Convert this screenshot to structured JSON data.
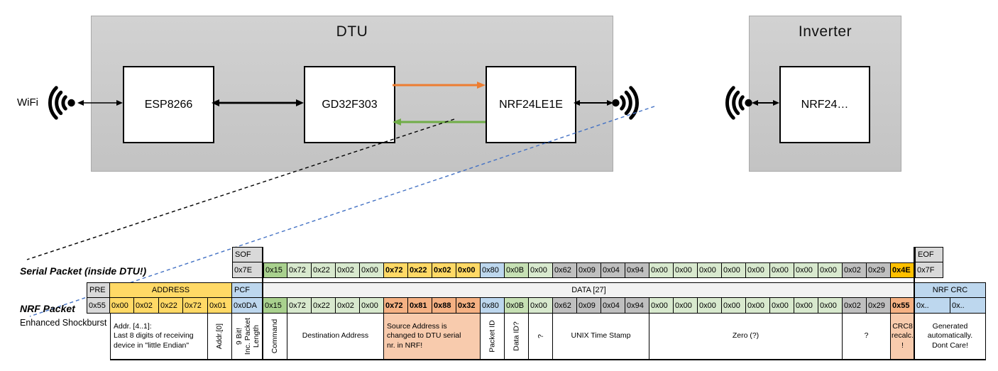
{
  "colors": {
    "arrow_orange": "#ED7D31",
    "arrow_green": "#70AD47",
    "dashed_blue": "#4472C4",
    "dtu_box_gray": "#C9C9C9",
    "cells": {
      "gray_light": "#D9D9D9",
      "gray_mid": "#BFBFBF",
      "gray_band": "#F2F2F2",
      "green_dark": "#A9D18E",
      "green_mid": "#C6E0B4",
      "green_light": "#D8E9CE",
      "yellow": "#FFD966",
      "gold": "#FFC000",
      "blue": "#BDD7EE",
      "orange": "#F5B183",
      "salmon": "#F8CBAD",
      "white": "#FFFFFF"
    }
  },
  "top": {
    "wifi_label": "WiFi",
    "dtu_title": "DTU",
    "inverter_title": "Inverter",
    "chips": {
      "esp": "ESP8266",
      "gd": "GD32F303",
      "nrf_dtu": "NRF24LE1E",
      "nrf_inv": "NRF24…"
    }
  },
  "table": {
    "serial_label": "Serial Packet (inside DTU!)",
    "nrf_label": "NRF Packet",
    "shockburst_label": "Enhanced Shockburst",
    "headers": {
      "sof": "SOF",
      "eof": "EOF",
      "pre": "PRE",
      "address": "ADDRESS",
      "pcf": "PCF",
      "data": "DATA [27]",
      "crc": "NRF CRC"
    },
    "sof_value": "0x7E",
    "eof_value": "0x7F",
    "serial_bytes": [
      {
        "v": "0x15",
        "c": "green_dark"
      },
      {
        "v": "0x72",
        "c": "green_light"
      },
      {
        "v": "0x22",
        "c": "green_light"
      },
      {
        "v": "0x02",
        "c": "green_light"
      },
      {
        "v": "0x00",
        "c": "green_light"
      },
      {
        "v": "0x72",
        "c": "yellow",
        "b": true
      },
      {
        "v": "0x22",
        "c": "yellow",
        "b": true
      },
      {
        "v": "0x02",
        "c": "yellow",
        "b": true
      },
      {
        "v": "0x00",
        "c": "yellow",
        "b": true
      },
      {
        "v": "0x80",
        "c": "blue"
      },
      {
        "v": "0x0B",
        "c": "green_mid"
      },
      {
        "v": "0x00",
        "c": "green_light"
      },
      {
        "v": "0x62",
        "c": "gray_mid"
      },
      {
        "v": "0x09",
        "c": "gray_mid"
      },
      {
        "v": "0x04",
        "c": "gray_mid"
      },
      {
        "v": "0x94",
        "c": "gray_mid"
      },
      {
        "v": "0x00",
        "c": "green_light"
      },
      {
        "v": "0x00",
        "c": "green_light"
      },
      {
        "v": "0x00",
        "c": "green_light"
      },
      {
        "v": "0x00",
        "c": "green_light"
      },
      {
        "v": "0x00",
        "c": "green_light"
      },
      {
        "v": "0x00",
        "c": "green_light"
      },
      {
        "v": "0x00",
        "c": "green_light"
      },
      {
        "v": "0x00",
        "c": "green_light"
      },
      {
        "v": "0x02",
        "c": "gray_mid"
      },
      {
        "v": "0x29",
        "c": "gray_mid"
      },
      {
        "v": "0x4E",
        "c": "gold",
        "b": true
      }
    ],
    "nrf_pre": {
      "v": "0x55",
      "c": "gray_light"
    },
    "nrf_address": [
      {
        "v": "0x00",
        "c": "yellow"
      },
      {
        "v": "0x02",
        "c": "yellow"
      },
      {
        "v": "0x22",
        "c": "yellow"
      },
      {
        "v": "0x72",
        "c": "yellow"
      },
      {
        "v": "0x01",
        "c": "yellow"
      }
    ],
    "nrf_pcf": {
      "v": "0x0DA",
      "c": "blue"
    },
    "nrf_bytes": [
      {
        "v": "0x15",
        "c": "green_dark"
      },
      {
        "v": "0x72",
        "c": "green_light"
      },
      {
        "v": "0x22",
        "c": "green_light"
      },
      {
        "v": "0x02",
        "c": "green_light"
      },
      {
        "v": "0x00",
        "c": "green_light"
      },
      {
        "v": "0x72",
        "c": "orange",
        "b": true
      },
      {
        "v": "0x81",
        "c": "orange",
        "b": true
      },
      {
        "v": "0x88",
        "c": "orange",
        "b": true
      },
      {
        "v": "0x32",
        "c": "orange",
        "b": true
      },
      {
        "v": "0x80",
        "c": "blue"
      },
      {
        "v": "0x0B",
        "c": "green_mid"
      },
      {
        "v": "0x00",
        "c": "green_light"
      },
      {
        "v": "0x62",
        "c": "gray_mid"
      },
      {
        "v": "0x09",
        "c": "gray_mid"
      },
      {
        "v": "0x04",
        "c": "gray_mid"
      },
      {
        "v": "0x94",
        "c": "gray_mid"
      },
      {
        "v": "0x00",
        "c": "green_light"
      },
      {
        "v": "0x00",
        "c": "green_light"
      },
      {
        "v": "0x00",
        "c": "green_light"
      },
      {
        "v": "0x00",
        "c": "green_light"
      },
      {
        "v": "0x00",
        "c": "green_light"
      },
      {
        "v": "0x00",
        "c": "green_light"
      },
      {
        "v": "0x00",
        "c": "green_light"
      },
      {
        "v": "0x00",
        "c": "green_light"
      },
      {
        "v": "0x02",
        "c": "gray_mid"
      },
      {
        "v": "0x29",
        "c": "gray_mid"
      },
      {
        "v": "0x55",
        "c": "orange",
        "b": true
      }
    ],
    "nrf_crc": [
      {
        "v": "0x..",
        "c": "blue"
      },
      {
        "v": "0x..",
        "c": "blue"
      }
    ],
    "annotations": [
      {
        "text": "Addr. [4..1]:\nLast 8 digits of receiving\ndevice in \"little Endian\"",
        "align": "left"
      },
      {
        "text": "Addr.[0]",
        "rot": true
      },
      {
        "text": "9 Bit!\nInc. Packet\nLength",
        "rot": true
      },
      {
        "text": "Command",
        "rot": true
      },
      {
        "text": "Destination Address"
      },
      {
        "text": "Source Address is\nchanged to DTU serial\nnr. in NRF!",
        "align": "left",
        "bg": "salmon"
      },
      {
        "text": "Packet ID",
        "rot": true
      },
      {
        "text": "Data ID?",
        "rot": true
      },
      {
        "text": "?",
        "rot": true
      },
      {
        "text": "UNIX Time Stamp"
      },
      {
        "text": "Zero (?)"
      },
      {
        "text": "?"
      },
      {
        "text": "CRC8\nrecalc.\n!",
        "bg": "salmon"
      },
      {
        "text": "Generated\nautomatically.\nDont Care!"
      }
    ]
  }
}
